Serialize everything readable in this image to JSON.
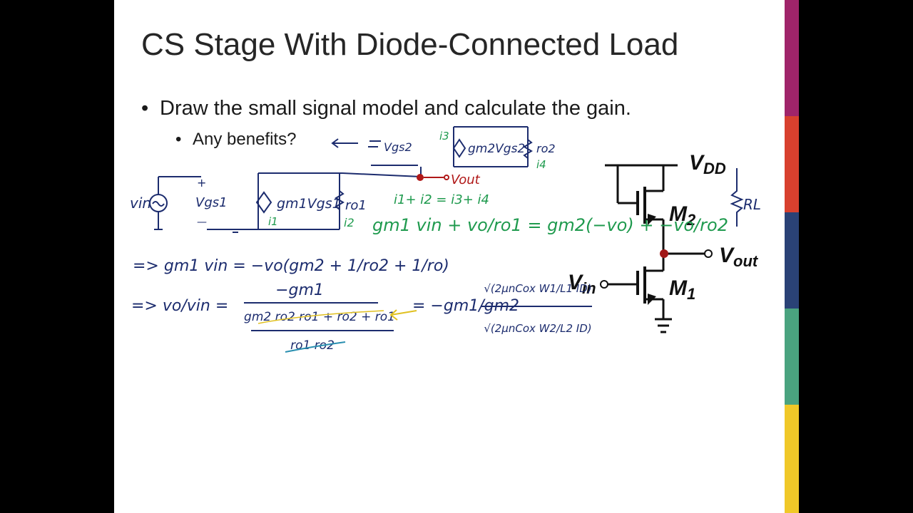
{
  "slide": {
    "title": "CS Stage With Diode-Connected Load",
    "bullet_1": "Draw the small signal model and calculate the gain.",
    "bullet_2": "Any benefits?"
  },
  "schematic": {
    "vdd": "V",
    "vdd_sub": "DD",
    "m2": "M",
    "m2_sub": "2",
    "m1": "M",
    "m1_sub": "1",
    "vout": "V",
    "vout_sub": "out",
    "vin": "V",
    "vin_sub": "in"
  },
  "ink": {
    "small_signal_model": {
      "vin_source": "vin",
      "vgs1_plus": "+",
      "vgs1": "Vgs1",
      "vgs1_minus": "—",
      "gm1vgs1": "gm1Vgs1",
      "ro1": "ro1",
      "i1": "i1",
      "i2": "i2",
      "vgs2": "Vgs2",
      "gm2vgs2": "gm2Vgs2",
      "ro2": "ro2",
      "i3": "i3",
      "i4": "i4",
      "vout": "Vout"
    },
    "kcl": "i1+ i2 = i3+ i4",
    "eq_kcl": "gm1 vin + vo/ro1 = gm2(−vo) + −vo/ro2",
    "eq_step1": "=> gm1 vin = −vo(gm2 + 1/ro2 + 1/ro)",
    "eq_step2_lhs": "=> vo/vin =",
    "eq_step2_num": "−gm1",
    "eq_step2_den": "gm2 ro2 ro1 + ro2 + ro1",
    "eq_step2_den2": "ro1 ro2",
    "eq_step3": "= −gm1/gm2",
    "eq_step4_num": "√(2μnCox W1/L1 ID)",
    "eq_step4_den": "√(2μnCox W2/L2 ID)",
    "rl": "RL"
  },
  "colors": {
    "navy_ink": "#1c2c6e",
    "green_ink": "#1f9a4e",
    "red_ink": "#b01818",
    "teal_ink": "#2a8fb0",
    "yellow_ink": "#e0c020",
    "bar_magenta": "#a0246a",
    "bar_red": "#d8402e",
    "bar_navy": "#2a4276",
    "bar_teal": "#4aa37f",
    "bar_yellow": "#f0c828"
  }
}
